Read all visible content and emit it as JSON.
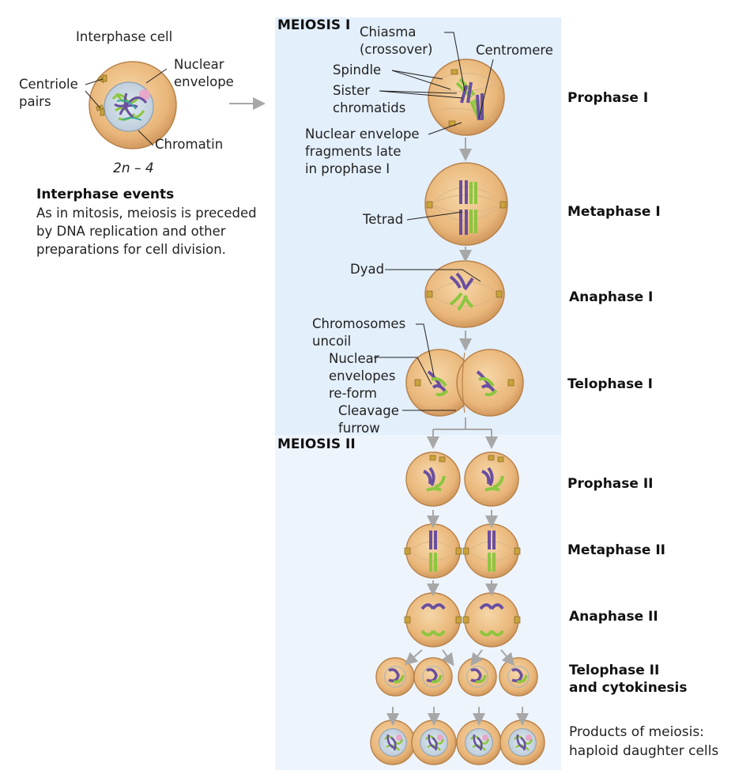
{
  "interphase": {
    "title": "Interphase cell",
    "labels": {
      "centriole": [
        "Centriole",
        "pairs"
      ],
      "nuclear_envelope": [
        "Nuclear",
        "envelope"
      ],
      "chromatin": "Chromatin"
    },
    "ploidy": "2n – 4",
    "events_title": "Interphase events",
    "events_lines": [
      "As in mitosis, meiosis is preceded",
      "by DNA replication and other",
      "preparations for cell division."
    ]
  },
  "meiosis1": {
    "title": "MEIOSIS I",
    "labels": {
      "chiasma": [
        "Chiasma",
        "(crossover)"
      ],
      "centromere": "Centromere",
      "spindle": "Spindle",
      "sister": [
        "Sister",
        "chromatids"
      ],
      "nuclear_frag": [
        "Nuclear envelope",
        "fragments late",
        "in prophase I"
      ],
      "tetrad": "Tetrad",
      "dyad": "Dyad",
      "uncoil": [
        "Chromosomes",
        "uncoil"
      ],
      "reform": [
        "Nuclear",
        "envelopes",
        "re-form"
      ],
      "cleavage": [
        "Cleavage",
        "furrow"
      ]
    },
    "stages": [
      "Prophase I",
      "Metaphase I",
      "Anaphase I",
      "Telophase I"
    ]
  },
  "meiosis2": {
    "title": "MEIOSIS II",
    "stages": [
      "Prophase II",
      "Metaphase II",
      "Anaphase II"
    ],
    "telophase": [
      "Telophase II",
      "and cytokinesis"
    ],
    "products": [
      "Products of meiosis:",
      "haploid daughter cells"
    ]
  },
  "colors": {
    "panel1": "#e3effb",
    "panel2": "#eef4fc",
    "cell_fill": "#e9b679",
    "cell_stroke": "#b8824a",
    "chrom_green": "#8cc63f",
    "chrom_purple": "#6a4fa0",
    "arrow": "#a7a7a7"
  }
}
